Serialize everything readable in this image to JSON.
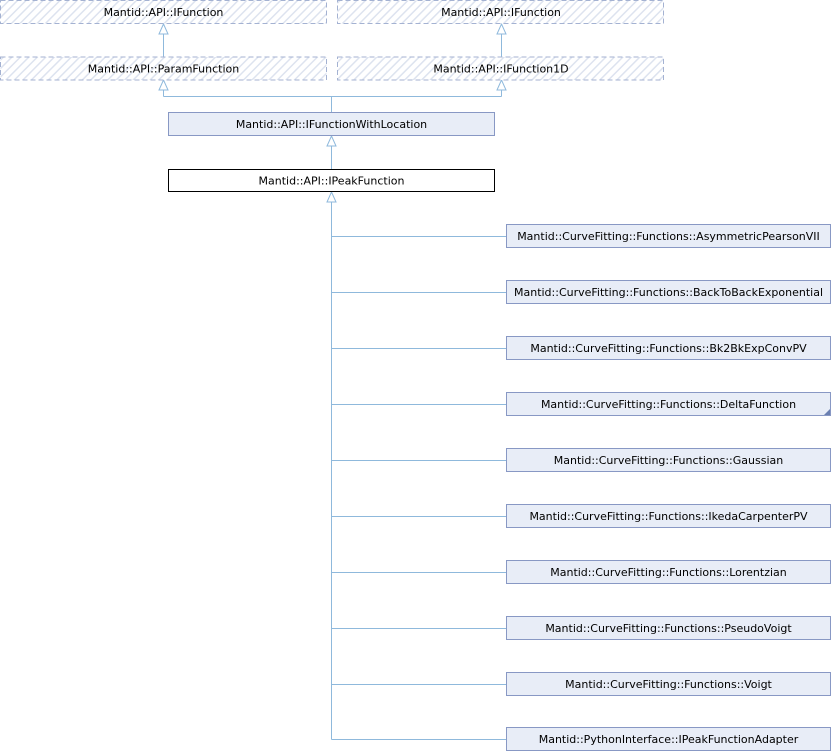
{
  "colors": {
    "edge": "#8fb9dc",
    "node_fill": "#e8edf7",
    "node_border": "#8898c4",
    "external_border": "#a4b2d2",
    "external_hatch": "#dde3ef",
    "focus_fill": "#ffffff",
    "focus_border": "#000000"
  },
  "nodes": {
    "ifunction_left": "Mantid::API::IFunction",
    "ifunction_right": "Mantid::API::IFunction",
    "param_function": "Mantid::API::ParamFunction",
    "ifunction1d": "Mantid::API::IFunction1D",
    "ifunction_with_location": "Mantid::API::IFunctionWithLocation",
    "ipeak_function": "Mantid::API::IPeakFunction",
    "asymmetric_pearson_vii": "Mantid::CurveFitting::Functions::AsymmetricPearsonVII",
    "back_to_back_exponential": "Mantid::CurveFitting::Functions::BackToBackExponential",
    "bk2bk_exp_conv_pv": "Mantid::CurveFitting::Functions::Bk2BkExpConvPV",
    "delta_function": "Mantid::CurveFitting::Functions::DeltaFunction",
    "gaussian": "Mantid::CurveFitting::Functions::Gaussian",
    "ikeda_carpenter_pv": "Mantid::CurveFitting::Functions::IkedaCarpenterPV",
    "lorentzian": "Mantid::CurveFitting::Functions::Lorentzian",
    "pseudo_voigt": "Mantid::CurveFitting::Functions::PseudoVoigt",
    "voigt": "Mantid::CurveFitting::Functions::Voigt",
    "ipeak_function_adapter": "Mantid::PythonInterface::IPeakFunctionAdapter"
  }
}
